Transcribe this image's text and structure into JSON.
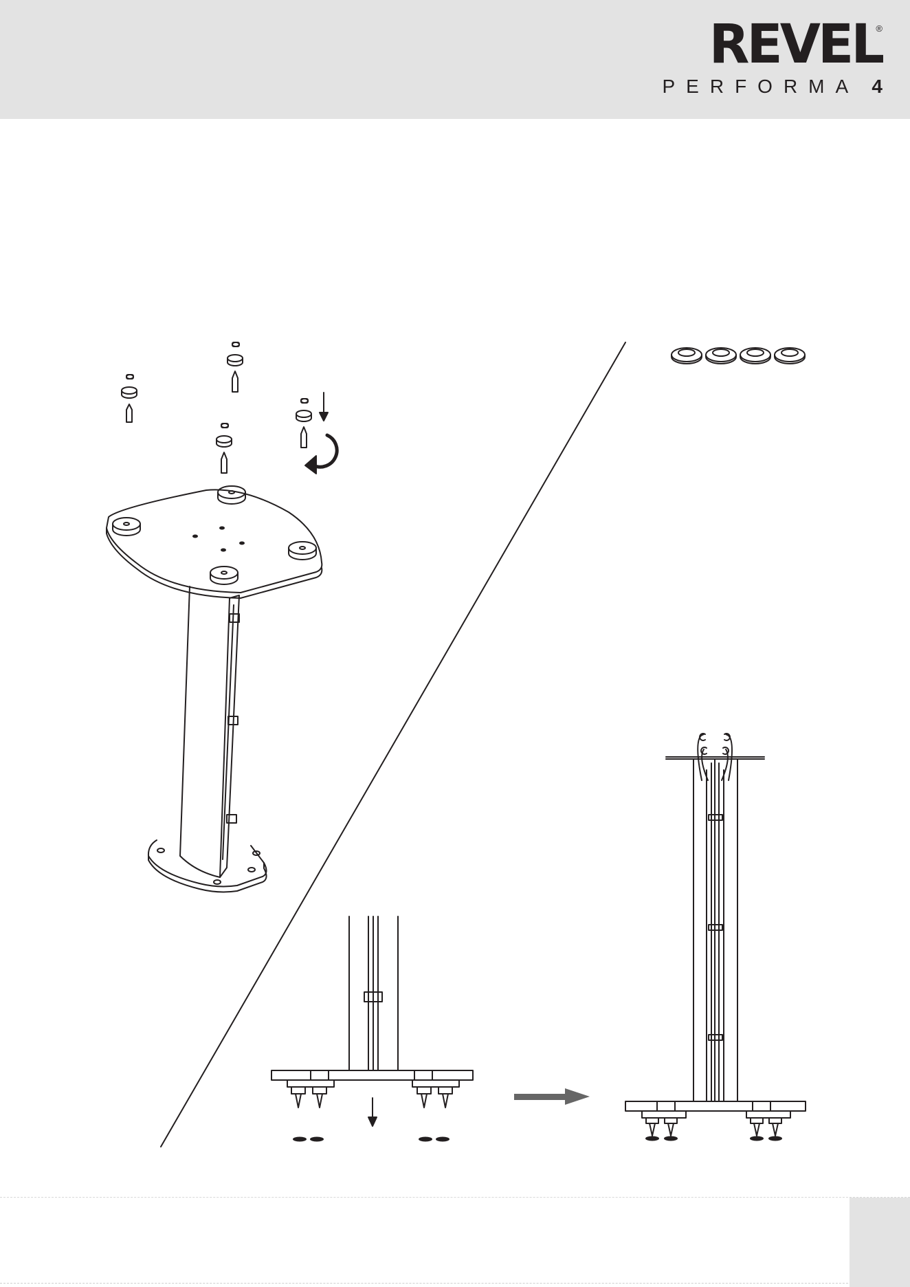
{
  "header": {
    "brand": "REVEL",
    "registered_mark": "®",
    "product_name": "PERFORMA",
    "product_number": "4"
  },
  "colors": {
    "header_band": "#e3e3e3",
    "line_art": "#231f20",
    "arrow_gray": "#666666"
  },
  "illustrations": [
    "stand-assembly-exploded-view",
    "floor-protector-pads",
    "stand-base-spike-detail",
    "assembled-stand-front-view"
  ]
}
